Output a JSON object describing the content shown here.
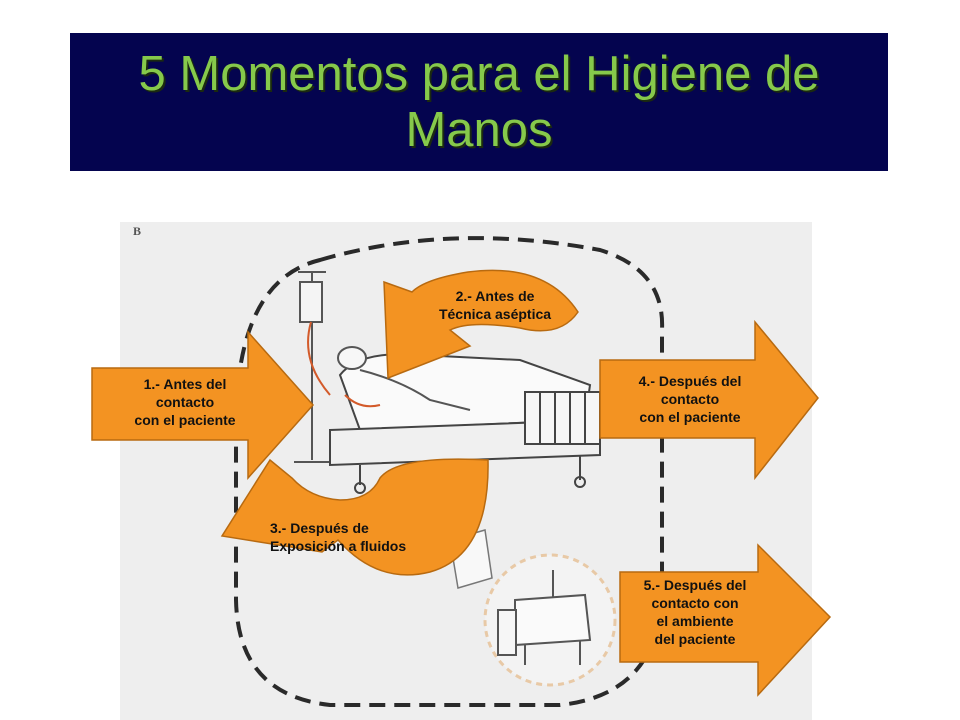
{
  "title": "5 Momentos para el Higiene de Manos",
  "panel_letter": "B",
  "colors": {
    "banner": "#04044f",
    "title": "#86c94b",
    "arrow": "#f39322",
    "arrow_stroke": "#b86a10"
  },
  "moments": [
    {
      "label": "1.- Antes del\ncontacto\ncon el paciente"
    },
    {
      "label": "2.- Antes de\nTécnica aséptica"
    },
    {
      "label": "3.- Después de\nExposición a fluidos"
    },
    {
      "label": "4.- Después del\ncontacto\ncon el paciente"
    },
    {
      "label": "5.- Después del\ncontacto con\nel ambiente\ndel paciente"
    }
  ]
}
